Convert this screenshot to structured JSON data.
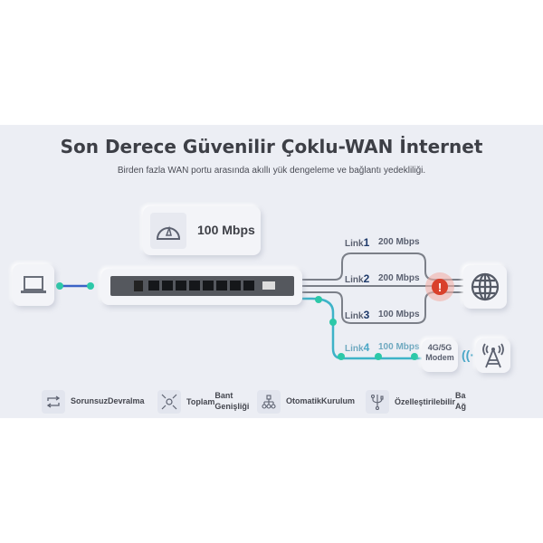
{
  "title": "Son Derece Güvenilir Çoklu-WAN İnternet",
  "subtitle": "Birden fazla WAN portu arasında akıllı yük dengeleme ve bağlantı yedekliliği.",
  "speed_badge": "100 Mbps",
  "links": [
    {
      "name": "Link",
      "num": "1",
      "speed": "200 Mbps"
    },
    {
      "name": "Link",
      "num": "2",
      "speed": "200 Mbps"
    },
    {
      "name": "Link",
      "num": "3",
      "speed": "100 Mbps"
    },
    {
      "name": "Link",
      "num": "4",
      "speed": "100 Mbps"
    }
  ],
  "modem": {
    "line1": "4G/5G",
    "line2": "Modem"
  },
  "features": [
    {
      "icon": "swap-arrows-icon",
      "label": "SorunsuzDevralma"
    },
    {
      "icon": "converge-arrows-icon",
      "label_a": "Toplam",
      "label_b": "Bant",
      "label_c": "Genişliği"
    },
    {
      "icon": "hierarchy-icon",
      "label": "OtomatikKurulum"
    },
    {
      "icon": "usb-fork-icon",
      "label_a": "Özelleştirilebilir",
      "label_b": "Ba",
      "label_c": "Ağ"
    }
  ],
  "colors": {
    "teal": "#2cc8a8",
    "blue": "#3a63c6",
    "alert": "#d9402b",
    "gray": "#7b7f88"
  }
}
